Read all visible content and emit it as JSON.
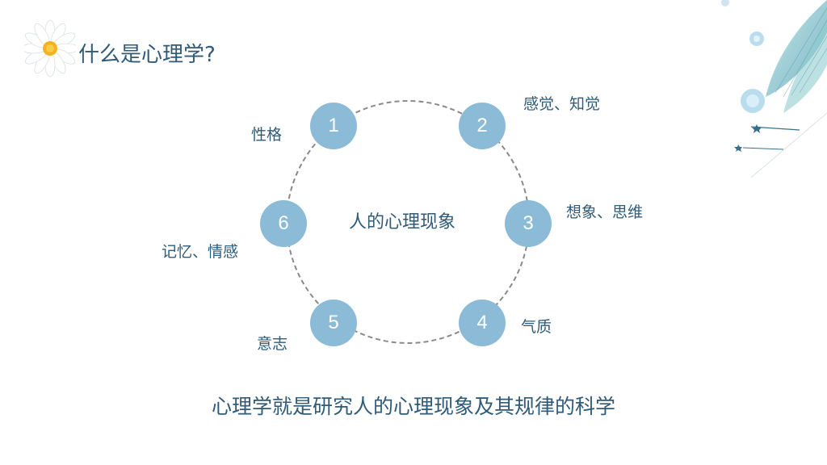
{
  "title": "什么是心理学?",
  "center": "人的心理现象",
  "nodes": [
    {
      "number": "1",
      "label": "性格"
    },
    {
      "number": "2",
      "label": "感觉、知觉"
    },
    {
      "number": "3",
      "label": "想象、思维"
    },
    {
      "number": "4",
      "label": "气质"
    },
    {
      "number": "5",
      "label": "意志"
    },
    {
      "number": "6",
      "label": "记忆、情感"
    }
  ],
  "conclusion": "心理学就是研究人的心理现象及其规律的科学",
  "colors": {
    "node_fill": "#8bbbd6",
    "text": "#2f5a78",
    "ring_stroke": "#8a8a8a"
  },
  "icons": {
    "title_decoration": "daisy-icon",
    "corner_decoration": "feather-icon"
  }
}
